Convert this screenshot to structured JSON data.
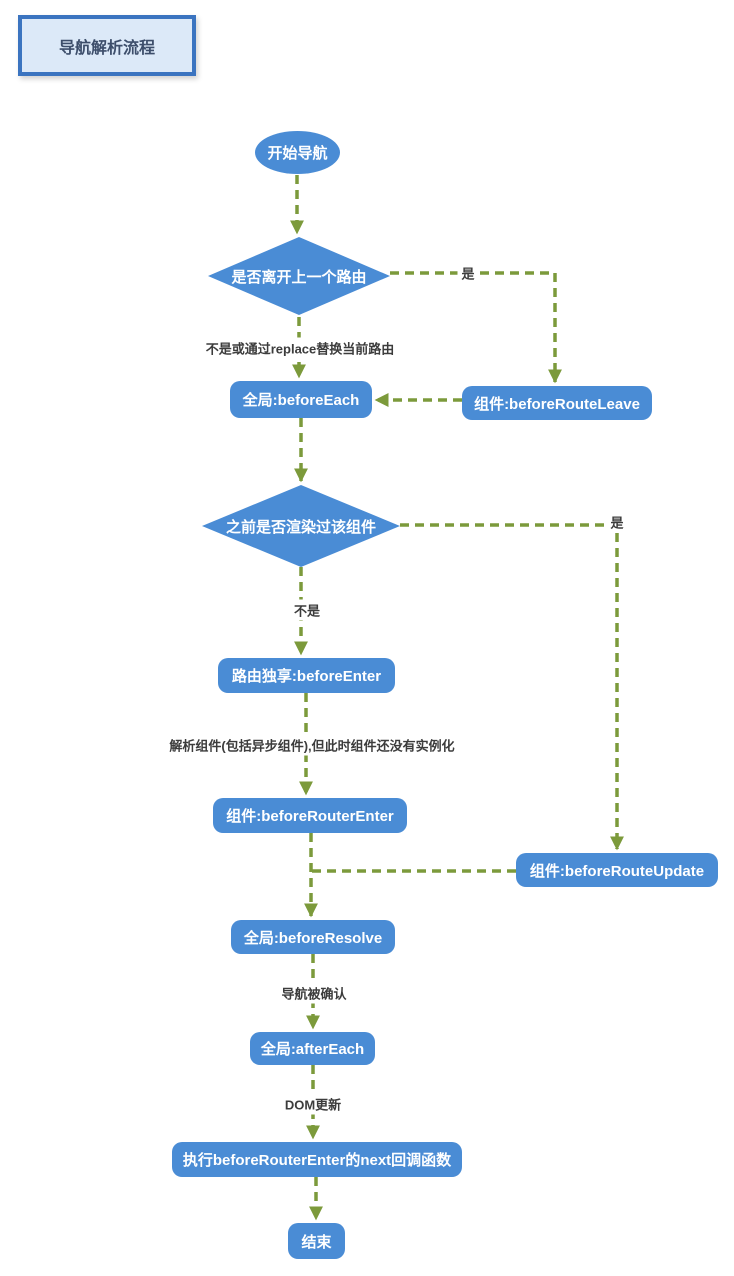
{
  "title": "导航解析流程",
  "nodes": {
    "start": "开始导航",
    "decision_leave": "是否离开上一个路由",
    "before_each": "全局:beforeEach",
    "route_leave": "组件:beforeRouteLeave",
    "decision_rendered": "之前是否渲染过该组件",
    "before_enter": "路由独享:beforeEnter",
    "router_enter": "组件:beforeRouterEnter",
    "route_update": "组件:beforeRouteUpdate",
    "before_resolve": "全局:beforeResolve",
    "after_each": "全局:afterEach",
    "next_callback": "执行beforeRouterEnter的next回调函数",
    "end": "结束"
  },
  "edge_labels": {
    "leave_yes": "是",
    "leave_no": "不是或通过replace替换当前路由",
    "rendered_yes": "是",
    "rendered_no": "不是",
    "resolve_note": "解析组件(包括异步组件),但此时组件还没有实例化",
    "confirmed": "导航被确认",
    "dom_update": "DOM更新"
  },
  "colors": {
    "node_fill": "#4A8CD5",
    "arrow": "#7C9A3B",
    "edge_label_text": "#3C3C3C",
    "title_border": "#3B74C0",
    "title_fill": "#DCE9F8",
    "title_text": "#3D4E6B"
  }
}
